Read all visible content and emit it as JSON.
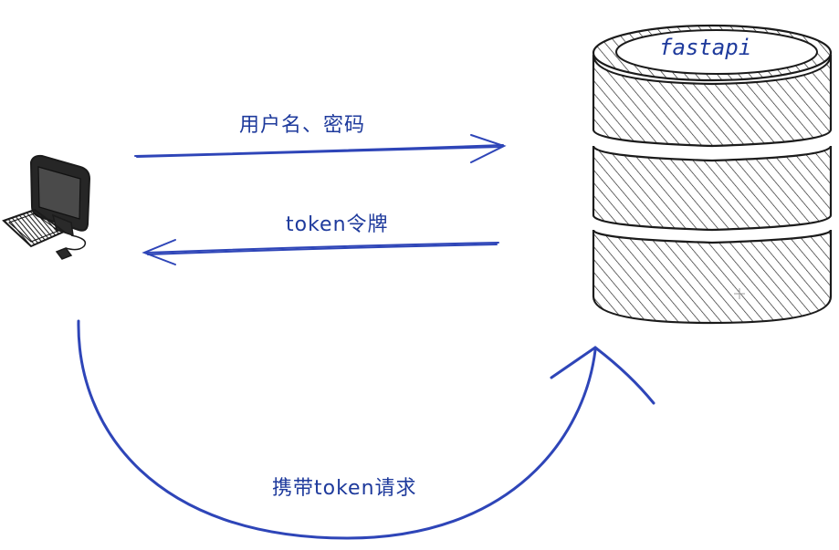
{
  "labels": {
    "request_credentials": "用户名、密码",
    "response_token": "token令牌",
    "request_with_token": "携带token请求",
    "server_name": "fastapi"
  },
  "colors": {
    "arrow": "#2e45b8",
    "stroke": "#1b1b1b",
    "label": "#1e3a9c"
  },
  "icons": {
    "client": "computer-icon",
    "server": "database-icon"
  }
}
